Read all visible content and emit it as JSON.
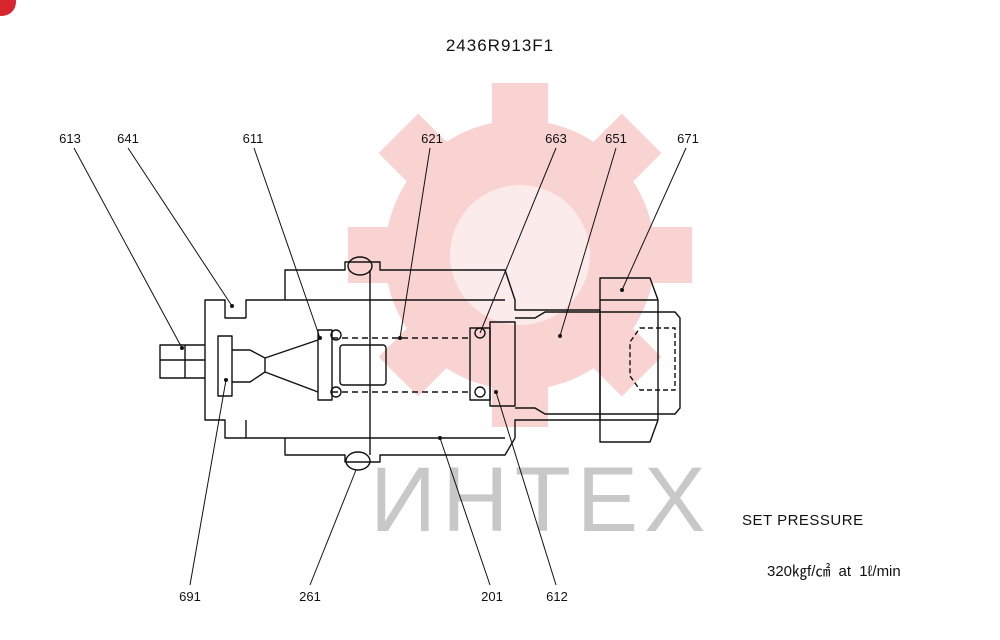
{
  "drawing": {
    "title": "2436R913F1",
    "watermark_text": "ИНТЕХ",
    "spec": {
      "label": "SET PRESSURE",
      "value": "320㎏f/㎠  at   1ℓ/min"
    },
    "parts": [
      {
        "id": "p613",
        "number": "613"
      },
      {
        "id": "p641",
        "number": "641"
      },
      {
        "id": "p611",
        "number": "611"
      },
      {
        "id": "p621",
        "number": "621"
      },
      {
        "id": "p663",
        "number": "663"
      },
      {
        "id": "p651",
        "number": "651"
      },
      {
        "id": "p671",
        "number": "671"
      },
      {
        "id": "p691",
        "number": "691"
      },
      {
        "id": "p261",
        "number": "261"
      },
      {
        "id": "p201",
        "number": "201"
      },
      {
        "id": "p612",
        "number": "612"
      }
    ],
    "colors": {
      "line": "#111111",
      "watermark": "#f5b5b5",
      "badge": "#d7262e"
    }
  }
}
